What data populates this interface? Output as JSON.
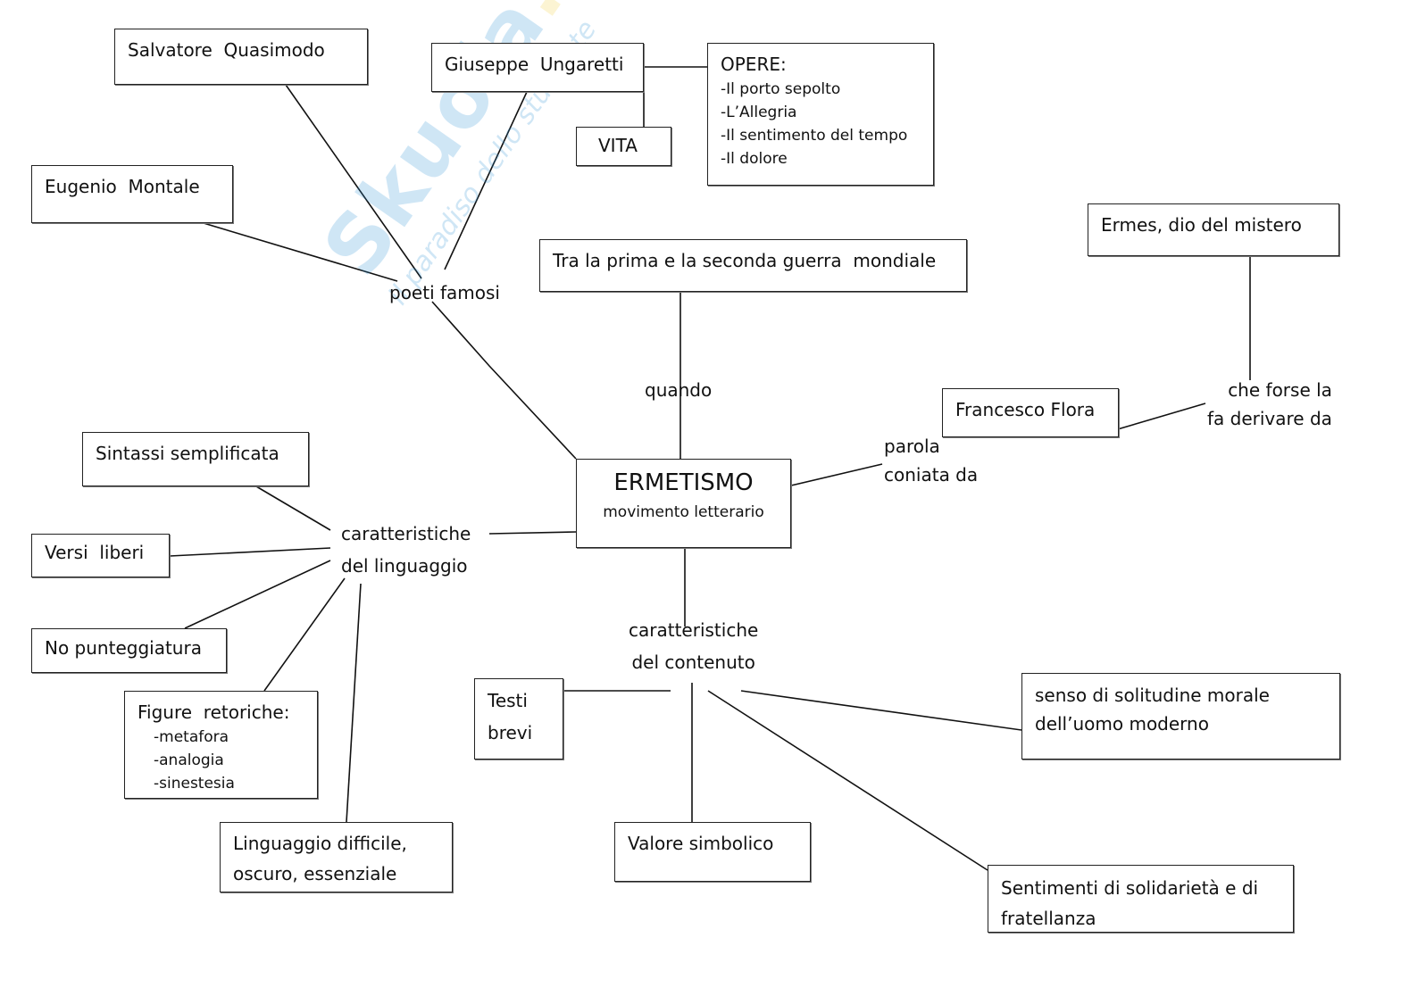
{
  "diagram": {
    "title": "ERMETISMO",
    "subtitle": "movimento letterario",
    "watermark": {
      "brand": "Skuola",
      "tld": ".net",
      "tagline": "il paradiso dello studente"
    },
    "branches": {
      "poets": {
        "connector": "poeti famosi",
        "nodes": [
          "Salvatore  Quasimodo",
          "Giuseppe  Ungaretti",
          "Eugenio  Montale"
        ],
        "ungaretti": {
          "vita": "VITA",
          "opere_title": "OPERE:",
          "opere": [
            "-Il porto sepolto",
            "-L’Allegria",
            "-Il sentimento del tempo",
            "-Il dolore"
          ]
        }
      },
      "when": {
        "connector": "quando",
        "node": "Tra la prima e la seconda guerra  mondiale"
      },
      "origin": {
        "connector": [
          "parola",
          "coniata da"
        ],
        "author": "Francesco Flora",
        "connector2": [
          "che forse la",
          "fa derivare da"
        ],
        "source": "Ermes, dio del mistero"
      },
      "language": {
        "connector": [
          "caratteristiche",
          "del linguaggio"
        ],
        "nodes": {
          "sintassi": "Sintassi semplificata",
          "versi": "Versi  liberi",
          "punteggiatura": "No punteggiatura",
          "figure_title": "Figure  retoriche:",
          "figure": [
            "-metafora",
            "-analogia",
            "-sinestesia"
          ],
          "linguaggio": [
            "Linguaggio difficile,",
            "oscuro, essenziale"
          ]
        }
      },
      "content": {
        "connector": [
          "caratteristiche",
          "del contenuto"
        ],
        "nodes": {
          "testi": [
            "Testi",
            "brevi"
          ],
          "valore": "Valore simbolico",
          "solitudine": [
            "senso di solitudine morale",
            "dell’uomo moderno"
          ],
          "solidarieta": [
            "Sentimenti di solidarietà e di",
            "fratellanza"
          ]
        }
      }
    }
  }
}
